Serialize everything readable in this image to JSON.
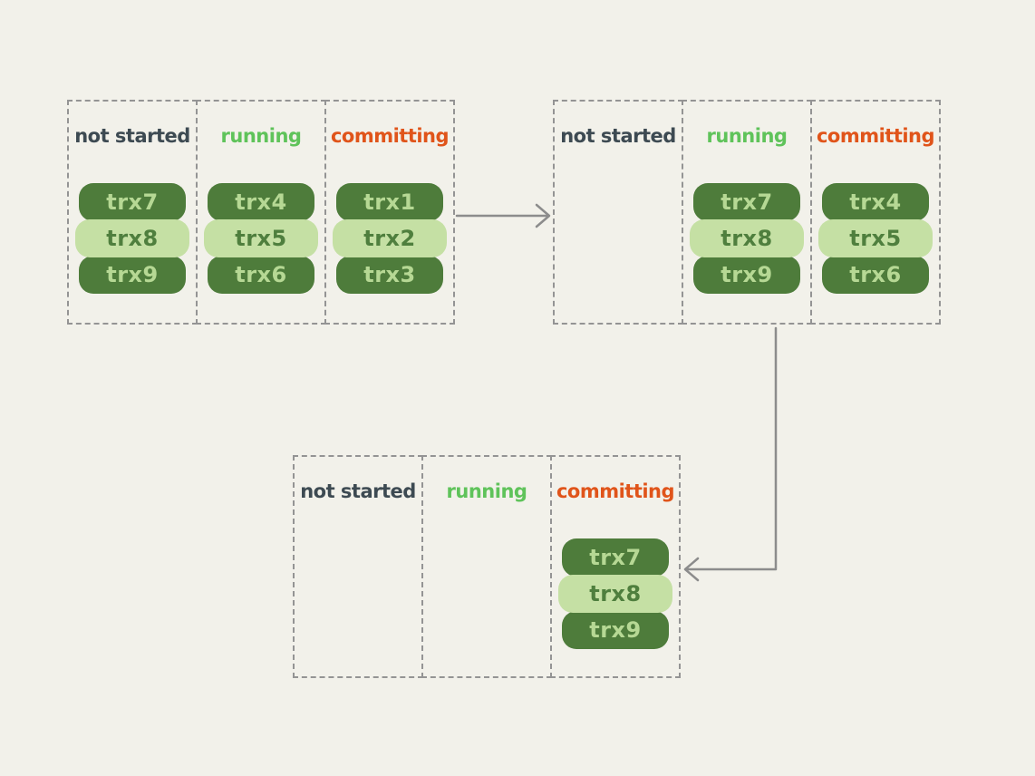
{
  "colors": {
    "background": "#f2f1ea",
    "dashed_border": "#949494",
    "arrow": "#8c8c8c",
    "pill_dark_bg": "#4e7c3b",
    "pill_dark_text": "#b6d894",
    "pill_light_bg": "#c5e0a4",
    "pill_light_text": "#4f7f3e",
    "header_not_started": "#3d4a52",
    "header_running": "#5fc35a",
    "header_committing": "#e0541a"
  },
  "groups": [
    {
      "id": "stage-1",
      "columns": [
        {
          "label": "not started",
          "pills": [
            "trx7",
            "trx8",
            "trx9"
          ]
        },
        {
          "label": "running",
          "pills": [
            "trx4",
            "trx5",
            "trx6"
          ]
        },
        {
          "label": "committing",
          "pills": [
            "trx1",
            "trx2",
            "trx3"
          ]
        }
      ]
    },
    {
      "id": "stage-2",
      "columns": [
        {
          "label": "not started",
          "pills": []
        },
        {
          "label": "running",
          "pills": [
            "trx7",
            "trx8",
            "trx9"
          ]
        },
        {
          "label": "committing",
          "pills": [
            "trx4",
            "trx5",
            "trx6"
          ]
        }
      ]
    },
    {
      "id": "stage-3",
      "columns": [
        {
          "label": "not started",
          "pills": []
        },
        {
          "label": "running",
          "pills": []
        },
        {
          "label": "committing",
          "pills": [
            "trx7",
            "trx8",
            "trx9"
          ]
        }
      ]
    }
  ],
  "arrows": [
    {
      "name": "stage1-to-stage2",
      "direction": "right"
    },
    {
      "name": "stage2-to-stage3",
      "direction": "down-then-left"
    }
  ]
}
